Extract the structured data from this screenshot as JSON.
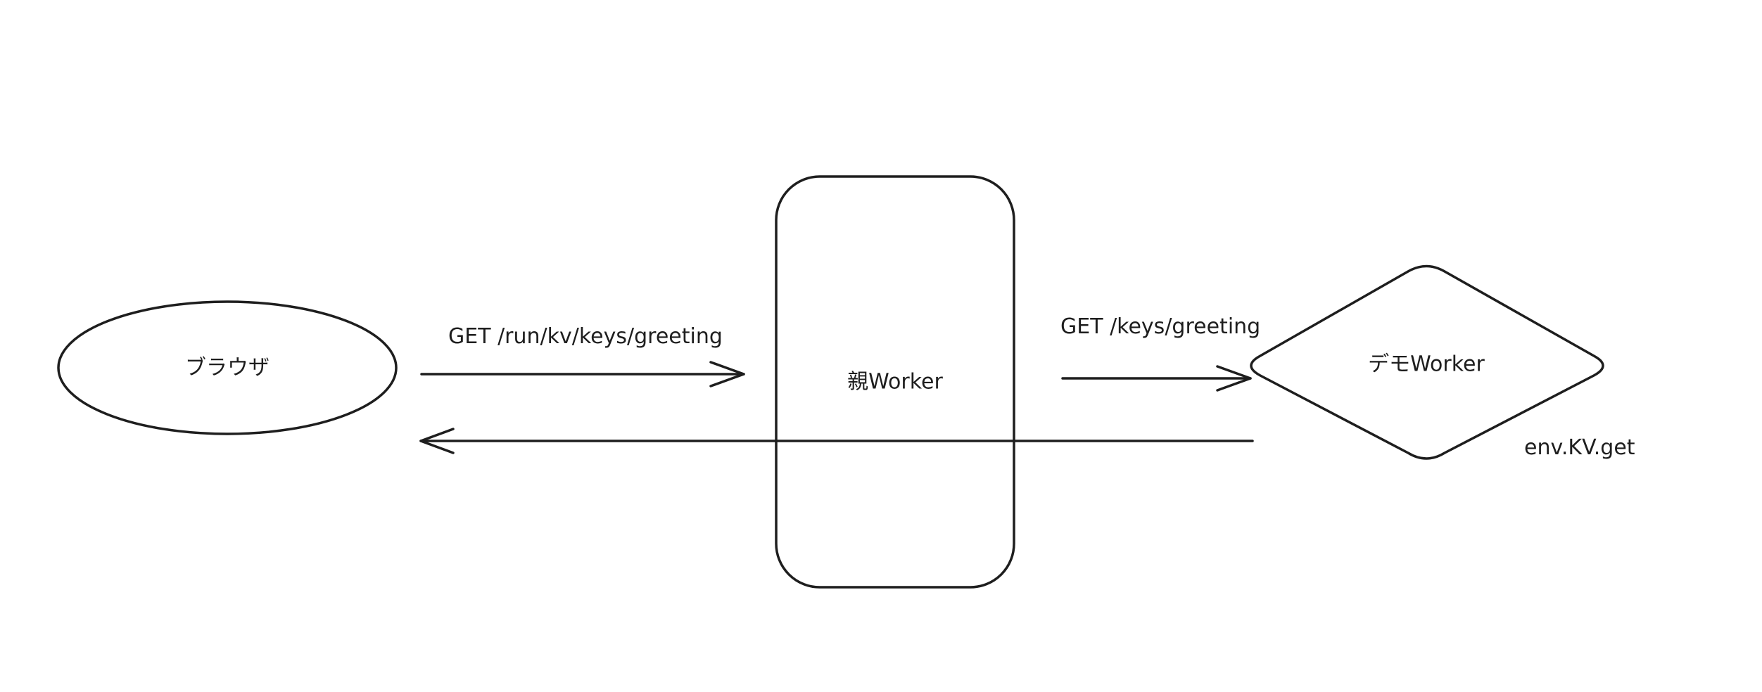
{
  "diagram": {
    "nodes": {
      "browser": {
        "label": "ブラウザ",
        "shape": "ellipse"
      },
      "parent_worker": {
        "label": "親Worker",
        "shape": "rounded-rectangle"
      },
      "demo_worker": {
        "label": "デモWorker",
        "shape": "diamond"
      }
    },
    "edges": {
      "request_to_parent": {
        "label": "GET /run/kv/keys/greeting",
        "from": "browser",
        "to": "parent_worker"
      },
      "request_to_demo": {
        "label": "GET /keys/greeting",
        "from": "parent_worker",
        "to": "demo_worker"
      },
      "response_to_browser": {
        "label": "",
        "from": "demo_worker",
        "to": "browser"
      }
    },
    "annotations": {
      "kv_call": "env.KV.get"
    },
    "colors": {
      "stroke": "#1e1e1e",
      "background": "#ffffff"
    }
  }
}
